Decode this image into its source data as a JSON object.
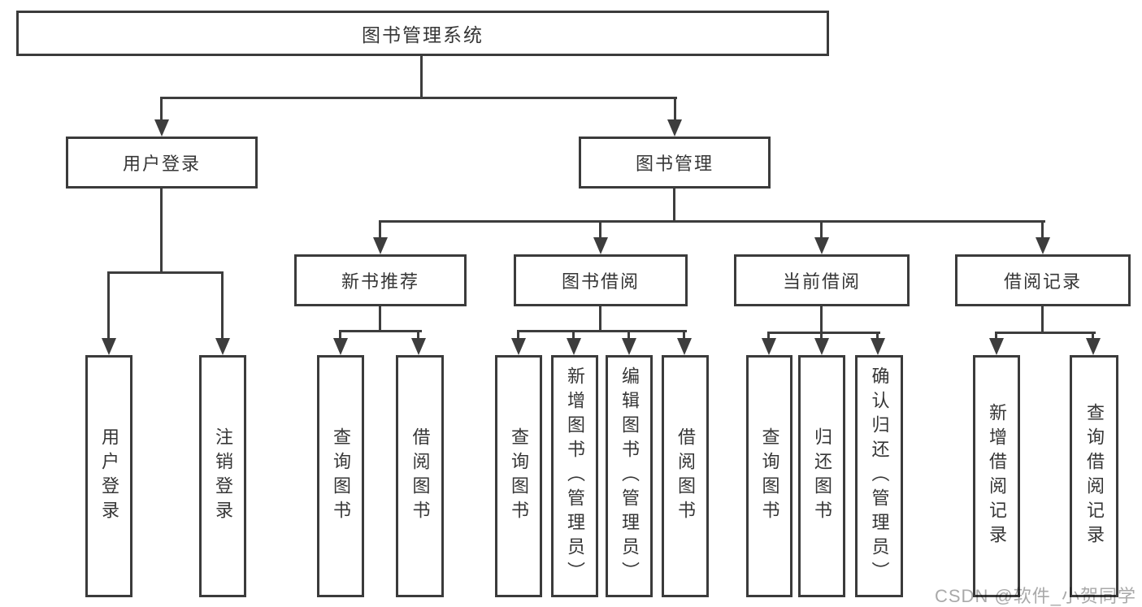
{
  "diagram": {
    "title": "图书管理系统",
    "root": {
      "label": "图书管理系统"
    },
    "level2": [
      {
        "label": "用户登录"
      },
      {
        "label": "图书管理"
      }
    ],
    "level3": [
      {
        "label": "新书推荐"
      },
      {
        "label": "图书借阅"
      },
      {
        "label": "当前借阅"
      },
      {
        "label": "借阅记录"
      }
    ],
    "leaves": [
      {
        "label": "用户登录",
        "parent": "用户登录"
      },
      {
        "label": "注销登录",
        "parent": "用户登录"
      },
      {
        "label": "查询图书",
        "parent": "新书推荐"
      },
      {
        "label": "借阅图书",
        "parent": "新书推荐"
      },
      {
        "label": "查询图书",
        "parent": "图书借阅"
      },
      {
        "label": "新增图书（管理员）",
        "parent": "图书借阅"
      },
      {
        "label": "编辑图书（管理员）",
        "parent": "图书借阅"
      },
      {
        "label": "借阅图书",
        "parent": "图书借阅"
      },
      {
        "label": "查询图书",
        "parent": "当前借阅"
      },
      {
        "label": "归还图书",
        "parent": "当前借阅"
      },
      {
        "label": "确认归还（管理员）",
        "parent": "当前借阅"
      },
      {
        "label": "新增借阅记录",
        "parent": "借阅记录"
      },
      {
        "label": "查询借阅记录",
        "parent": "借阅记录"
      }
    ],
    "watermark": "CSDN @软件_小贺同学",
    "colors": {
      "line": "#3d3d3d",
      "border": "#3b3b3b",
      "text": "#363636",
      "watermark": "#a9a9a9",
      "background": "#ffffff"
    }
  }
}
